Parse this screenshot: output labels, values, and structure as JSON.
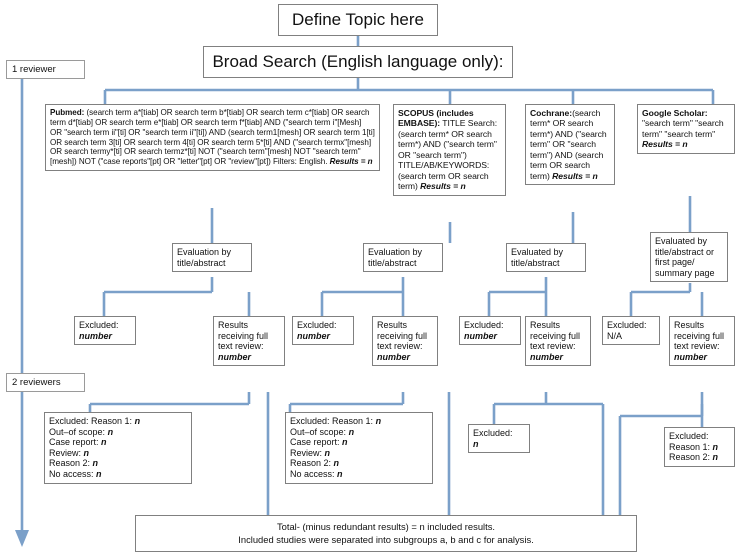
{
  "diagram": {
    "title_box": "Define Topic here",
    "broad_search": "Broad Search (English language only):",
    "reviewer_labels": {
      "one": "1 reviewer",
      "two": "2 reviewers"
    },
    "databases": [
      {
        "id": "pubmed",
        "name": "Pubmed:",
        "query": " (search term a*[tiab] OR search term b*[tiab] OR search term c*[tiab] OR search term d*[tiab] OR search term e*[tiab] OR search term f*[tiab] AND (\"search term i\"[Mesh] OR \"search term ii\"[ti] OR \"search term ii\"[ti]) AND (search term1[mesh] OR search term 1[ti] OR search term 3[ti] OR search term 4[ti] OR search term 5*[ti] AND (\"search termx\"[mesh] OR search termy*[ti] OR search termz*[ti] NOT (\"search term\"[mesh] NOT \"search term\"[mesh]) NOT (\"case reports\"[pt] OR \"letter\"[pt] OR \"review\"[pt]) Filters: English. ",
        "results": "Results = n"
      },
      {
        "id": "scopus",
        "name": "SCOPUS (includes EMBASE):",
        "query": "TITLE Search: (search term* OR search term*) AND (\"search term\" OR \"search term\") TITLE/AB/KEYWORDS: (search term OR search term) ",
        "results": "Results =  n"
      },
      {
        "id": "cochrane",
        "name": "Cochrane:",
        "query": "(search term* OR search term*) AND (\"search term\" OR \"search term\") AND (search term OR search term)",
        "results": "Results = n"
      },
      {
        "id": "google-scholar",
        "name": "Google Scholar:",
        "query": "\"search term\" \"search term\" \"search term\"",
        "results": "Results = n"
      }
    ],
    "evaluation": {
      "pubmed": "Evaluation by title/abstract",
      "scopus": "Evaluation  by title/abstract",
      "cochrane": "Evaluated by title/abstract",
      "google": "Evaluated by title/abstract or first page/ summary page"
    },
    "screening": {
      "pubmed_excluded_label": "Excluded:",
      "pubmed_excluded_value": "number",
      "pubmed_results_label": "Results receiving full text review:",
      "pubmed_results_value": "number",
      "scopus_excluded_label": "Excluded:",
      "scopus_excluded_value": "number",
      "scopus_results_label": "Results receiving full text review:",
      "scopus_results_value": "number",
      "cochrane_excluded_label": "Excluded:",
      "cochrane_excluded_value": "number",
      "cochrane_results_label": "Results receiving full text review:",
      "cochrane_results_value": "number",
      "google_excluded_label": "Excluded:",
      "google_excluded_value": "N/A",
      "google_results_label": "Results receiving full text review:",
      "google_results_value": "number"
    },
    "exclusion_reasons": {
      "pubmed": [
        {
          "label": "Excluded: Reason 1:",
          "value": "n"
        },
        {
          "label": "Out–of scope:",
          "value": "n"
        },
        {
          "label": "Case report:",
          "value": "n"
        },
        {
          "label": "Review:",
          "value": "n"
        },
        {
          "label": "Reason 2:",
          "value": "n"
        },
        {
          "label": "No access:",
          "value": "n"
        }
      ],
      "scopus": [
        {
          "label": "Excluded: Reason 1:",
          "value": "n"
        },
        {
          "label": "Out–of scope:",
          "value": "n"
        },
        {
          "label": "Case report:",
          "value": "n"
        },
        {
          "label": "Review:",
          "value": "n"
        },
        {
          "label": "Reason 2:",
          "value": "n"
        },
        {
          "label": "No access:",
          "value": "n"
        }
      ],
      "cochrane": [
        {
          "label": "Excluded:",
          "value": ""
        },
        {
          "label": "",
          "value": "n"
        }
      ],
      "cochrane_label": "Excluded:",
      "cochrane_value": "n",
      "google": [
        {
          "label": "Excluded:",
          "value": ""
        },
        {
          "label": "Reason 1:",
          "value": "n"
        },
        {
          "label": "Reason 2:",
          "value": "n"
        }
      ],
      "google_title": "Excluded:",
      "google_r1": "Reason 1:",
      "google_r1_value": "n",
      "google_r2": "Reason 2:",
      "google_r2_value": "n"
    },
    "total_box": {
      "line1": "Total- (minus redundant results) = n included results.",
      "line2": "Included studies were separated into subgroups a, b and c for analysis."
    },
    "colors": {
      "connector": "#7ba0c9",
      "box_border": "#808080",
      "background": "#ffffff",
      "text": "#111111"
    }
  }
}
